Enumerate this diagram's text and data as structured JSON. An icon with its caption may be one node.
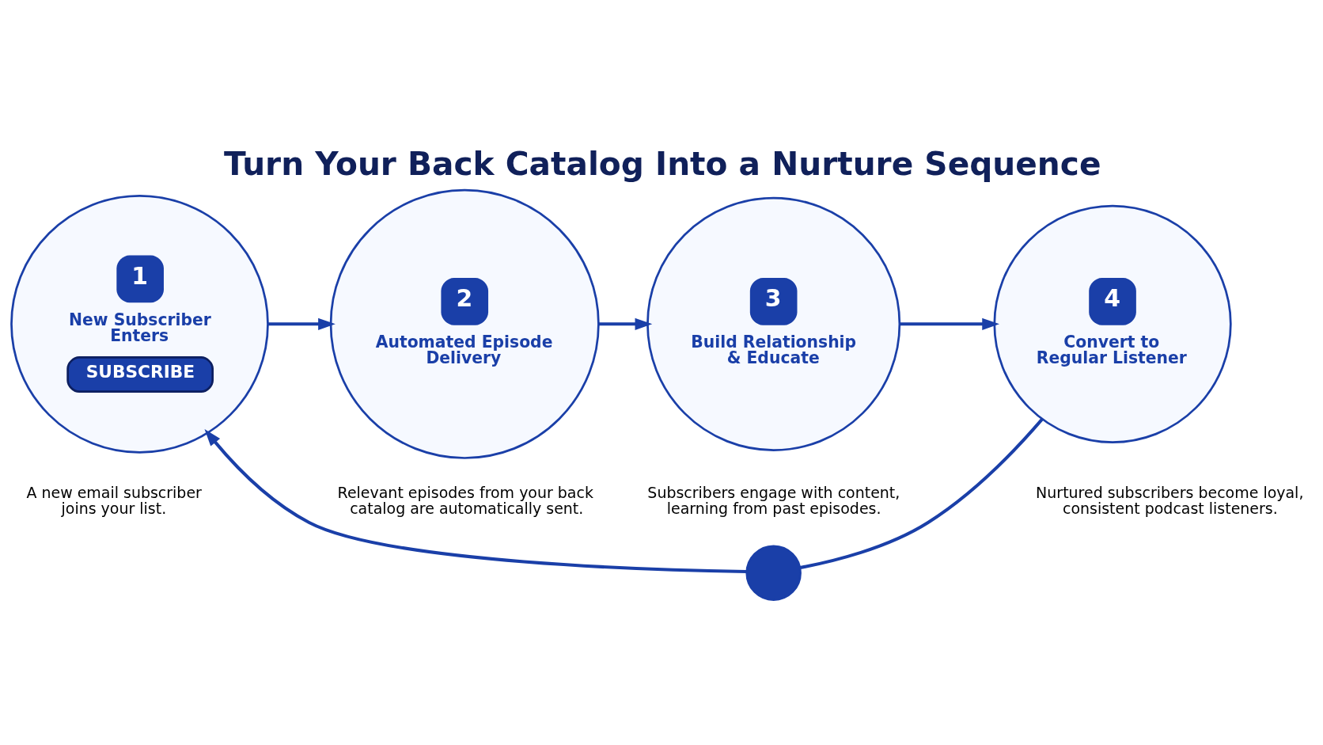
{
  "diagram": {
    "title": "Turn Your Back Catalog Into a Nurture Sequence",
    "nodes": [
      {
        "text": [
          "1",
          "New Subscriber Enters",
          "SUBSCRIBE"
        ],
        "beside": [
          "A new email subscriber joins your list."
        ]
      },
      {
        "text": [
          "2",
          "Automated Episode Delivery"
        ],
        "beside": [
          "Relevant episodes from your back catalog are automatically sent."
        ]
      },
      {
        "text": [
          "3",
          "Build Relationship & Educate"
        ],
        "beside": [
          "Subscribers engage with content, learning from past episodes."
        ]
      },
      {
        "text": [
          "4",
          "Convert to Regular Listener"
        ],
        "beside": [
          "Nurtured subscribers become loyal, consistent podcast listeners."
        ]
      },
      {
        "text": [],
        "shape": "circle"
      }
    ],
    "edges": [
      {
        "from": 0,
        "to": 1,
        "arrow": "to"
      },
      {
        "from": 1,
        "to": 2,
        "arrow": "to"
      },
      {
        "from": 2,
        "to": 3,
        "arrow": "to"
      },
      {
        "from": 3,
        "to": 4,
        "arrow": "none"
      },
      {
        "from": 4,
        "to": 0,
        "arrow": "to"
      }
    ]
  }
}
